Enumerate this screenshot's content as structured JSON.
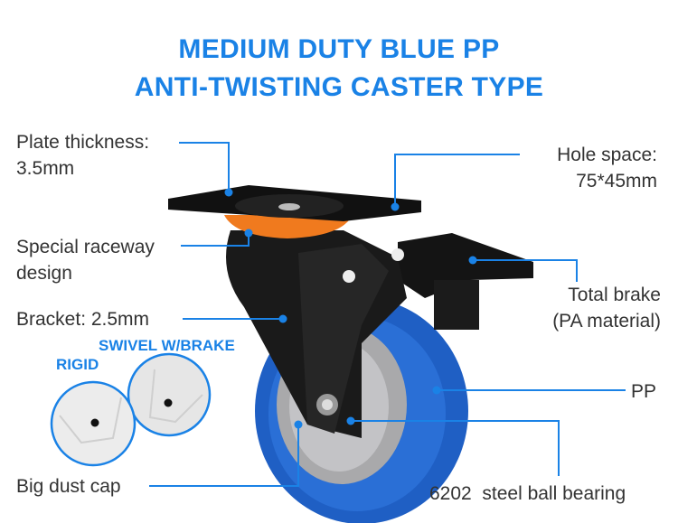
{
  "title": {
    "line1": "MEDIUM DUTY BLUE PP",
    "line2": "ANTI-TWISTING CASTER TYPE"
  },
  "labels": {
    "plate_thickness": {
      "line1": "Plate thickness:",
      "line2": "3.5mm"
    },
    "hole_space": {
      "line1": "Hole space:",
      "line2": "75*45mm"
    },
    "raceway": {
      "line1": "Special raceway",
      "line2": "design"
    },
    "total_brake": {
      "line1": "Total brake",
      "line2": "(PA material)"
    },
    "bracket": "Bracket: 2.5mm",
    "pp": "PP",
    "dust_cap": "Big dust cap",
    "bearing": "6202  steel ball bearing"
  },
  "dust_cap_variants": {
    "rigid": "RIGID",
    "swivel": "SWIVEL W/BRAKE"
  },
  "colors": {
    "accent": "#1a82e6",
    "wheel": "#1f5fc4",
    "raceway": "#f07a1e",
    "text": "#333333"
  }
}
